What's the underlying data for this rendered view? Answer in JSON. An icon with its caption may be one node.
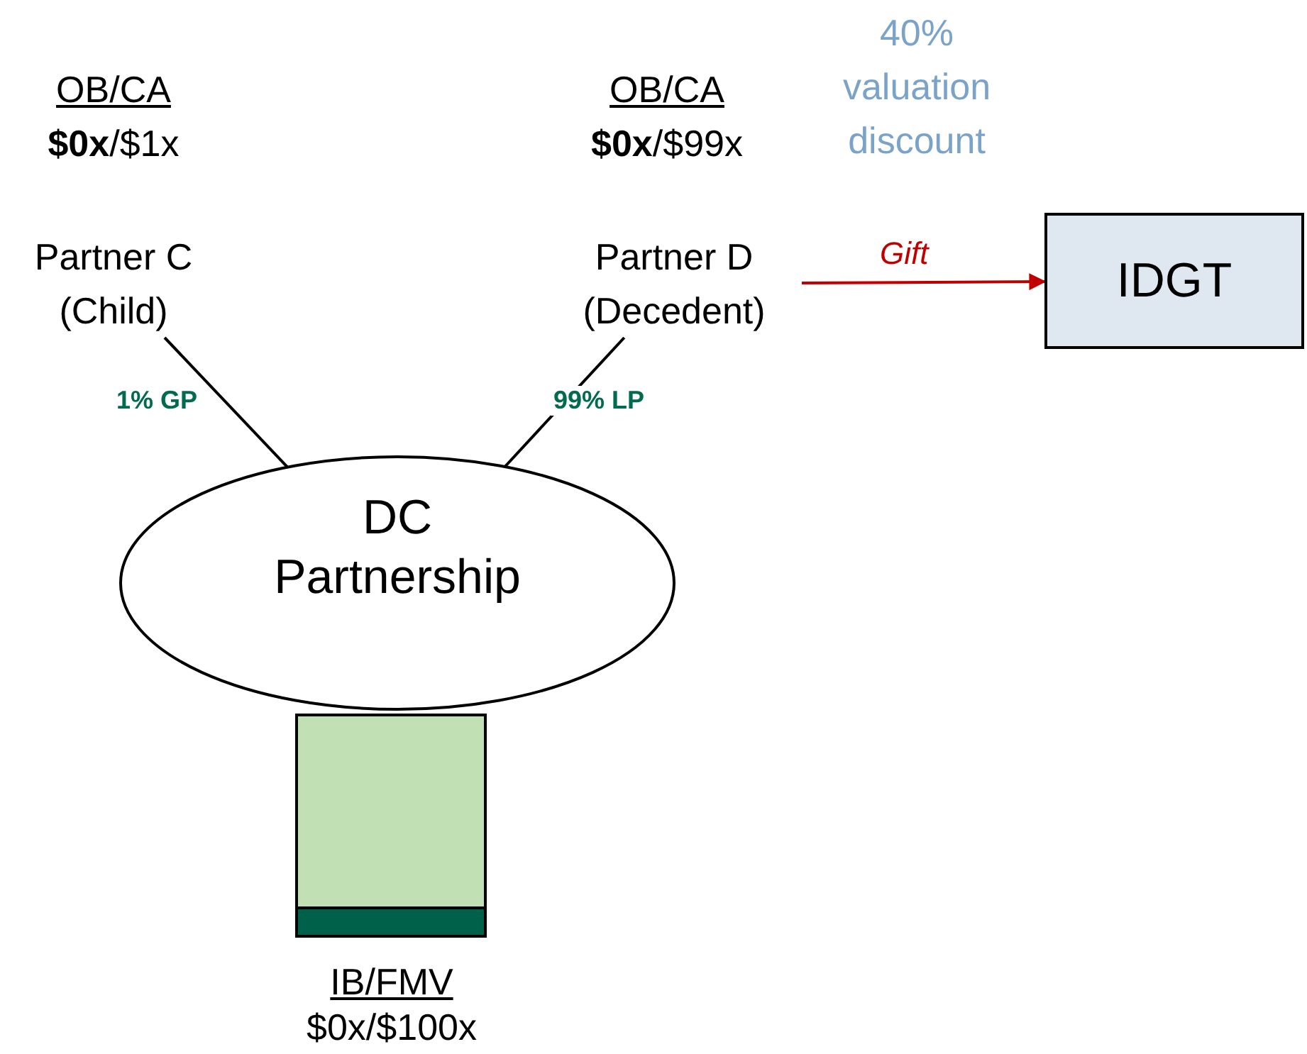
{
  "diagram": {
    "nodes": [
      {
        "text": [
          "Partner C (Child)"
        ],
        "beside": [
          "OB/CA",
          "**$0x**/$1x"
        ]
      },
      {
        "text": [
          "Partner D (Decedent)"
        ],
        "beside": [
          "OB/CA",
          "**$0x**/$99x"
        ]
      },
      {
        "text": [
          "IDGT"
        ]
      },
      {
        "text": [
          "DC Partnership"
        ]
      },
      {
        "text": [],
        "shape": "bar",
        "beside": [
          "IB/FMV",
          "$0x/$100x"
        ]
      }
    ],
    "edges": [
      {
        "from": 0,
        "to": 3,
        "arrow": "none",
        "label": "1% GP"
      },
      {
        "from": 1,
        "to": 3,
        "arrow": "none",
        "label": "99% LP"
      },
      {
        "from": 1,
        "to": 2,
        "arrow": "to",
        "label": "Gift",
        "color": "#c00000"
      }
    ],
    "labels": [
      "40% valuation discount"
    ]
  }
}
